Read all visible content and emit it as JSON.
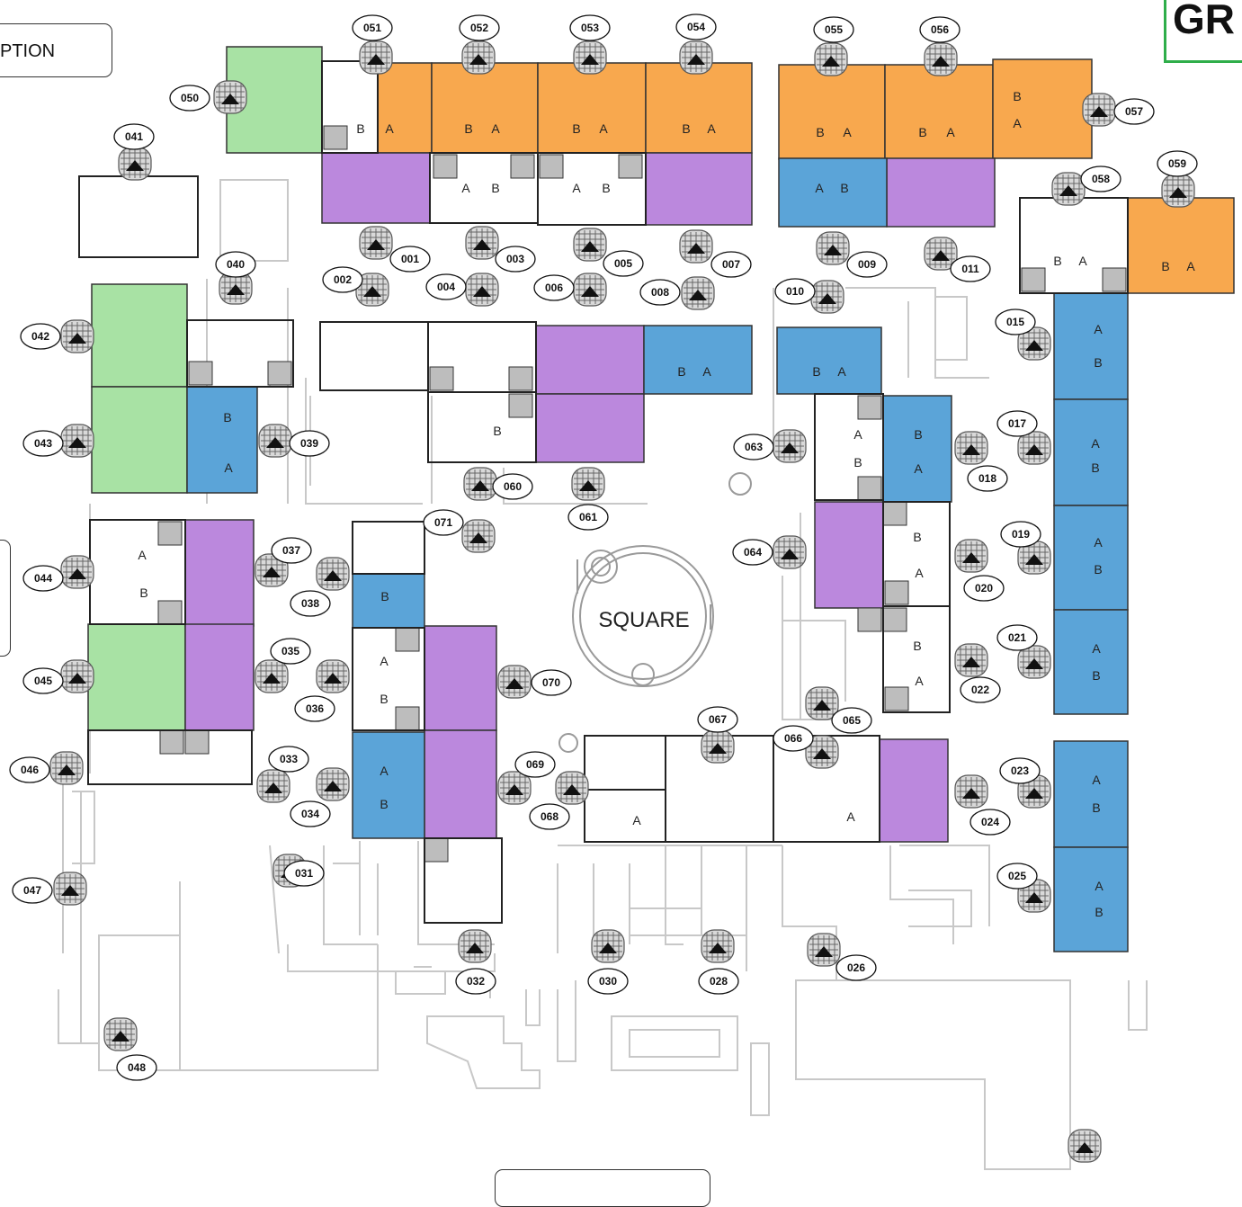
{
  "header": {
    "reception_label": "PTION",
    "gr_label": "GR"
  },
  "square_label": "SQUARE",
  "colors": {
    "orange": "#f8a84e",
    "blue": "#5ba4d8",
    "purple": "#bb88dd",
    "green": "#a8e2a4",
    "grey": "#bdbdbd"
  },
  "villas": [
    "001",
    "002",
    "003",
    "004",
    "005",
    "006",
    "007",
    "008",
    "009",
    "010",
    "011",
    "015",
    "017",
    "018",
    "019",
    "020",
    "021",
    "022",
    "023",
    "024",
    "025",
    "026",
    "028",
    "030",
    "031",
    "032",
    "033",
    "034",
    "035",
    "036",
    "037",
    "038",
    "039",
    "040",
    "041",
    "042",
    "043",
    "044",
    "045",
    "046",
    "047",
    "048",
    "050",
    "051",
    "052",
    "053",
    "054",
    "055",
    "056",
    "057",
    "058",
    "059",
    "060",
    "061",
    "063",
    "064",
    "065",
    "066",
    "067",
    "068",
    "069",
    "070",
    "071"
  ]
}
